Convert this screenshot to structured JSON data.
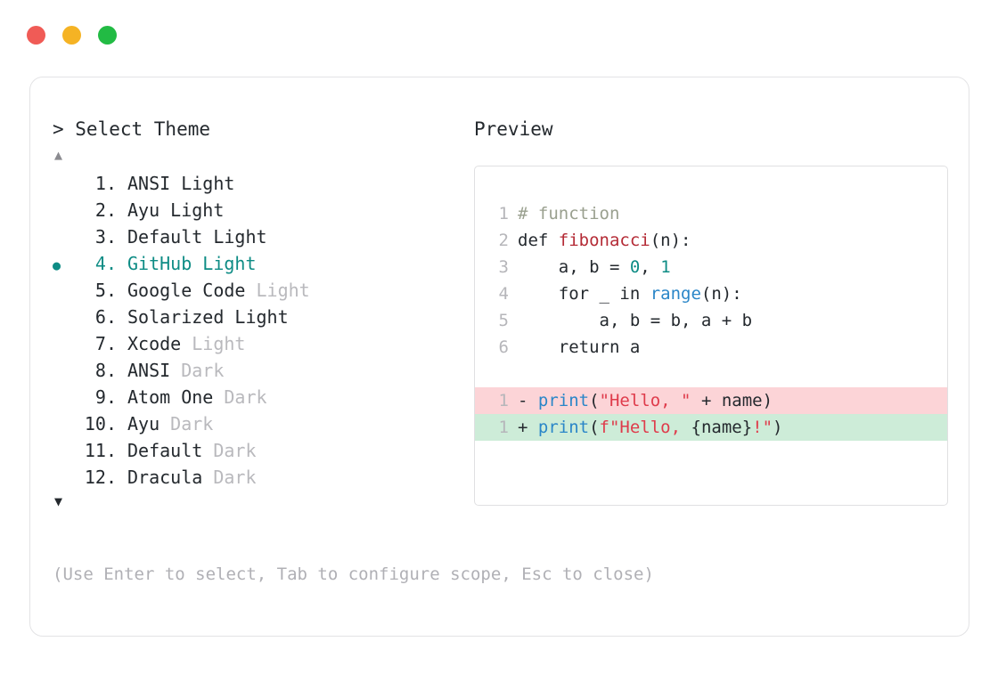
{
  "window": {
    "traffic_lights": [
      {
        "name": "close",
        "color": "#f05b56"
      },
      {
        "name": "minimize",
        "color": "#f5b324"
      },
      {
        "name": "maximize",
        "color": "#22bb44"
      }
    ]
  },
  "select_theme": {
    "prompt": "> Select Theme",
    "scroll_up_glyph": "▲",
    "scroll_down_glyph": "▼",
    "bullet_glyph": "●",
    "selected_index": 4,
    "accent_color": "#0e8c85",
    "items": [
      {
        "num": "1.",
        "name": "ANSI Light",
        "suffix": "",
        "selected": false
      },
      {
        "num": "2.",
        "name": "Ayu Light",
        "suffix": "",
        "selected": false
      },
      {
        "num": "3.",
        "name": "Default Light",
        "suffix": "",
        "selected": false
      },
      {
        "num": "4.",
        "name": "GitHub Light",
        "suffix": "",
        "selected": true
      },
      {
        "num": "5.",
        "name": "Google Code",
        "suffix": "Light",
        "selected": false
      },
      {
        "num": "6.",
        "name": "Solarized Light",
        "suffix": "",
        "selected": false
      },
      {
        "num": "7.",
        "name": "Xcode",
        "suffix": "Light",
        "selected": false
      },
      {
        "num": "8.",
        "name": "ANSI",
        "suffix": "Dark",
        "selected": false
      },
      {
        "num": "9.",
        "name": "Atom One",
        "suffix": "Dark",
        "selected": false
      },
      {
        "num": "10.",
        "name": "Ayu",
        "suffix": "Dark",
        "selected": false
      },
      {
        "num": "11.",
        "name": "Default",
        "suffix": "Dark",
        "selected": false
      },
      {
        "num": "12.",
        "name": "Dracula",
        "suffix": "Dark",
        "selected": false
      }
    ]
  },
  "preview": {
    "title": "Preview",
    "code_lines": [
      {
        "gutter": "1",
        "tokens": [
          {
            "t": "# function",
            "c": "tok-comment"
          }
        ]
      },
      {
        "gutter": "2",
        "tokens": [
          {
            "t": "def ",
            "c": "tok-keyword"
          },
          {
            "t": "fibonacci",
            "c": "tok-fname"
          },
          {
            "t": "(n):",
            "c": "tok-plain"
          }
        ]
      },
      {
        "gutter": "3",
        "tokens": [
          {
            "t": "    a, b = ",
            "c": "tok-plain"
          },
          {
            "t": "0",
            "c": "tok-num"
          },
          {
            "t": ", ",
            "c": "tok-plain"
          },
          {
            "t": "1",
            "c": "tok-num"
          }
        ]
      },
      {
        "gutter": "4",
        "tokens": [
          {
            "t": "    for _ in ",
            "c": "tok-plain"
          },
          {
            "t": "range",
            "c": "tok-builtin"
          },
          {
            "t": "(n):",
            "c": "tok-plain"
          }
        ]
      },
      {
        "gutter": "5",
        "tokens": [
          {
            "t": "        a, b = b, a + b",
            "c": "tok-plain"
          }
        ]
      },
      {
        "gutter": "6",
        "tokens": [
          {
            "t": "    return a",
            "c": "tok-plain"
          }
        ]
      }
    ],
    "diff_lines": [
      {
        "gutter": "1",
        "sign": "-",
        "kind": "diff-del",
        "tokens": [
          {
            "t": "print",
            "c": "tok-func"
          },
          {
            "t": "(",
            "c": "tok-plain"
          },
          {
            "t": "\"Hello, \"",
            "c": "tok-string"
          },
          {
            "t": " + name)",
            "c": "tok-plain"
          }
        ]
      },
      {
        "gutter": "1",
        "sign": "+",
        "kind": "diff-add",
        "tokens": [
          {
            "t": "print",
            "c": "tok-func"
          },
          {
            "t": "(",
            "c": "tok-plain"
          },
          {
            "t": "f\"Hello, ",
            "c": "tok-string"
          },
          {
            "t": "{name}",
            "c": "tok-plain"
          },
          {
            "t": "!\"",
            "c": "tok-string"
          },
          {
            "t": ")",
            "c": "tok-plain"
          }
        ]
      }
    ]
  },
  "footer": {
    "hint": "(Use Enter to select, Tab to configure scope, Esc to close)"
  }
}
